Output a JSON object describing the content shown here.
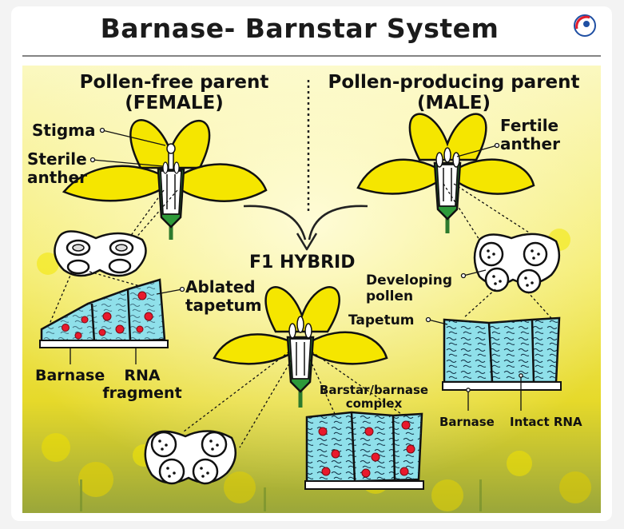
{
  "title": "Barnase- Barnstar System",
  "left_parent": {
    "line1": "Pollen-free parent",
    "line2": "(FEMALE)"
  },
  "right_parent": {
    "line1": "Pollen-producing parent",
    "line2": "(MALE)"
  },
  "center": "F1 HYBRID",
  "labels": {
    "stigma": "Stigma",
    "sterile_anther_1": "Sterile",
    "sterile_anther_2": "anther",
    "fertile_anther_1": "Fertile",
    "fertile_anther_2": "anther",
    "ablated_tapetum_1": "Ablated",
    "ablated_tapetum_2": "tapetum",
    "barnase_left": "Barnase",
    "rna_fragment_1": "RNA",
    "rna_fragment_2": "fragment",
    "developing_pollen_1": "Developing",
    "developing_pollen_2": "pollen",
    "tapetum": "Tapetum",
    "complex_1": "Barstar/barnase",
    "complex_2": "complex",
    "barnase_right": "Barnase",
    "intact_rna": "Intact RNA"
  },
  "colors": {
    "petal": "#f5e600",
    "tissue": "#8fe0ea",
    "dot": "#e8192c",
    "accent_blue": "#1f4fa3",
    "accent_red": "#e31d2b"
  },
  "icons": [
    "logo-icon",
    "down-arrow-icon"
  ]
}
